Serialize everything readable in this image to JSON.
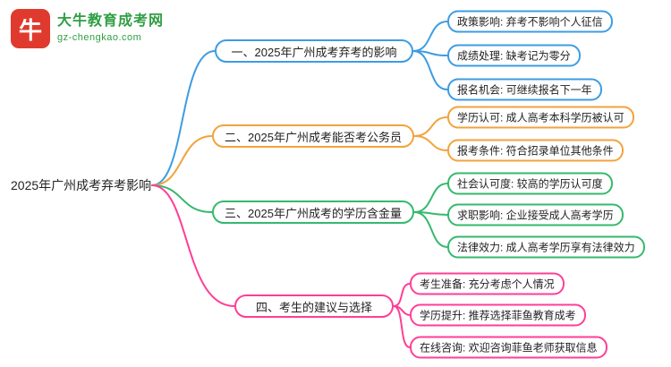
{
  "colors": {
    "blue": "#3d9ce2",
    "orange": "#f2a33c",
    "green": "#35b96d",
    "pink": "#ff3e96",
    "logo_red": "#e03a2f",
    "logo_green": "#2f9e44"
  },
  "logo": {
    "icon": "ox-icon",
    "icon_glyph": "牛",
    "title": "大牛教育成考网",
    "domain": "gz-chengkao.com"
  },
  "root": {
    "label": "2025年广州成考弃考影响"
  },
  "branches": [
    {
      "label": "一、2025年广州成考弃考的影响",
      "color": "#3d9ce2",
      "children": [
        {
          "label": "政策影响: 弃考不影响个人征信"
        },
        {
          "label": "成绩处理: 缺考记为零分"
        },
        {
          "label": "报名机会: 可继续报名下一年"
        }
      ]
    },
    {
      "label": "二、2025年广州成考能否考公务员",
      "color": "#f2a33c",
      "children": [
        {
          "label": "学历认可: 成人高考本科学历被认可"
        },
        {
          "label": "报考条件: 符合招录单位其他条件"
        }
      ]
    },
    {
      "label": "三、2025年广州成考的学历含金量",
      "color": "#35b96d",
      "children": [
        {
          "label": "社会认可度: 较高的学历认可度"
        },
        {
          "label": "求职影响: 企业接受成人高考学历"
        },
        {
          "label": "法律效力: 成人高考学历享有法律效力"
        }
      ]
    },
    {
      "label": "四、考生的建议与选择",
      "color": "#ff3e96",
      "children": [
        {
          "label": "考生准备: 充分考虑个人情况"
        },
        {
          "label": "学历提升: 推荐选择菲鱼教育成考"
        },
        {
          "label": "在线咨询: 欢迎咨询菲鱼老师获取信息"
        }
      ]
    }
  ]
}
